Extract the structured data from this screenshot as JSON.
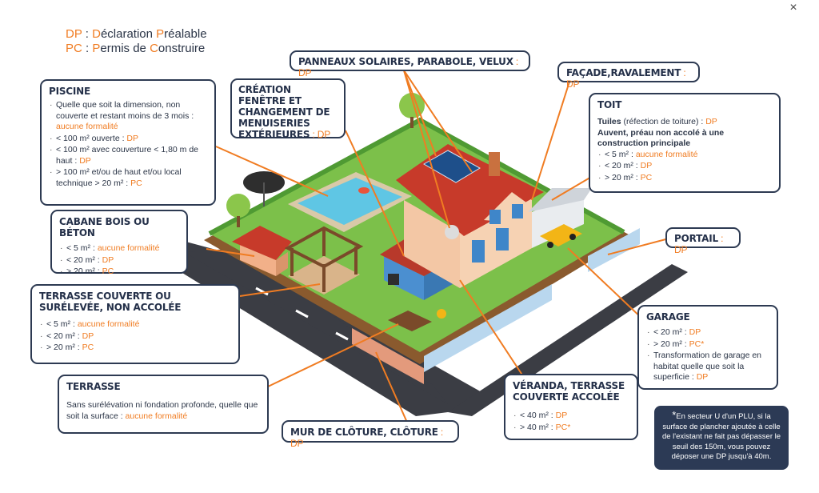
{
  "legend": {
    "dp_abbr": "DP",
    "dp_sep": " : ",
    "dp_D": "D",
    "dp_w1": "éclaration ",
    "dp_P": "P",
    "dp_w2": "réalable",
    "pc_abbr": "PC",
    "pc_sep": " : ",
    "pc_P": "P",
    "pc_w1": "ermis de ",
    "pc_C": "C",
    "pc_w2": "onstruire"
  },
  "piscine": {
    "title": "PISCINE",
    "items": [
      {
        "text": "Quelle que soit la dimension, non couverte et restant moins de 3 mois : ",
        "val": "aucune formalité"
      },
      {
        "text": "< 100 m² ouverte : ",
        "val": "DP"
      },
      {
        "text": "< 100 m² avec couverture < 1,80 m de haut : ",
        "val": "DP"
      },
      {
        "text": "> 100 m² et/ou de haut et/ou local technique > 20 m² : ",
        "val": "PC"
      }
    ]
  },
  "creation": {
    "title": "CRÉATION FENÊTRE ET CHANGEMENT DE MENUISERIES EXTÉRIEURES",
    "sep": " : ",
    "val": "DP"
  },
  "panneaux": {
    "title": "PANNEAUX SOLAIRES, PARABOLE, VELUX",
    "sep": " : ",
    "val": "DP"
  },
  "facade": {
    "title": "FAÇADE,RAVALEMENT",
    "sep": " : ",
    "val": "DP"
  },
  "toit": {
    "title": "TOIT",
    "tuiles_bold": "Tuiles",
    "tuiles_text": " (réfection de toiture) : ",
    "tuiles_val": "DP",
    "auvent": "Auvent, préau non accolé à une construction principale",
    "items": [
      {
        "text": "< 5 m² : ",
        "val": "aucune formalité"
      },
      {
        "text": "< 20 m² : ",
        "val": "DP"
      },
      {
        "text": "> 20 m² : ",
        "val": "PC"
      }
    ]
  },
  "cabane": {
    "title": "CABANE BOIS OU BÉTON",
    "items": [
      {
        "text": "< 5 m² : ",
        "val": "aucune formalité"
      },
      {
        "text": "< 20 m² : ",
        "val": "DP"
      },
      {
        "text": "> 20 m² : ",
        "val": "PC"
      }
    ]
  },
  "portail": {
    "title": "PORTAIL",
    "sep": " : ",
    "val": "DP"
  },
  "terrasse_couverte": {
    "title": "TERRASSE COUVERTE OU SURÉLEVÉE, NON ACCOLÉE",
    "items": [
      {
        "text": "< 5 m² : ",
        "val": "aucune formalité"
      },
      {
        "text": "< 20 m² : ",
        "val": "DP"
      },
      {
        "text": "> 20 m² : ",
        "val": "PC"
      }
    ]
  },
  "garage": {
    "title": "GARAGE",
    "items": [
      {
        "text": "< 20 m² : ",
        "val": "DP"
      },
      {
        "text": "> 20 m² : ",
        "val": "PC*"
      },
      {
        "text": "Transformation de garage en habitat quelle que soit la superficie : ",
        "val": "DP"
      }
    ]
  },
  "terrasse": {
    "title": "TERRASSE",
    "text": "Sans surélévation ni fondation profonde, quelle que soit la surface : ",
    "val": "aucune formalité"
  },
  "veranda": {
    "title": "VÉRANDA, TERRASSE COUVERTE ACCOLÉE",
    "items": [
      {
        "text": "< 40 m² : ",
        "val": "DP"
      },
      {
        "text": "> 40 m² : ",
        "val": "PC*"
      }
    ]
  },
  "mur": {
    "title": "MUR DE CLÔTURE, CLÔTURE",
    "sep": " : ",
    "val": "DP"
  },
  "note": {
    "star": "*",
    "text": "En secteur U d'un PLU, si la surface de plancher ajoutée à celle de l'existant ne fait pas dépasser le seuil des 150m, vous pouvez déposer une DP jusqu'à 40m."
  },
  "close": {
    "label": "×"
  },
  "colors": {
    "accent": "#f07c22",
    "navy": "#2d3a52",
    "grass": "#7cc04a",
    "road": "#3b3d44"
  }
}
